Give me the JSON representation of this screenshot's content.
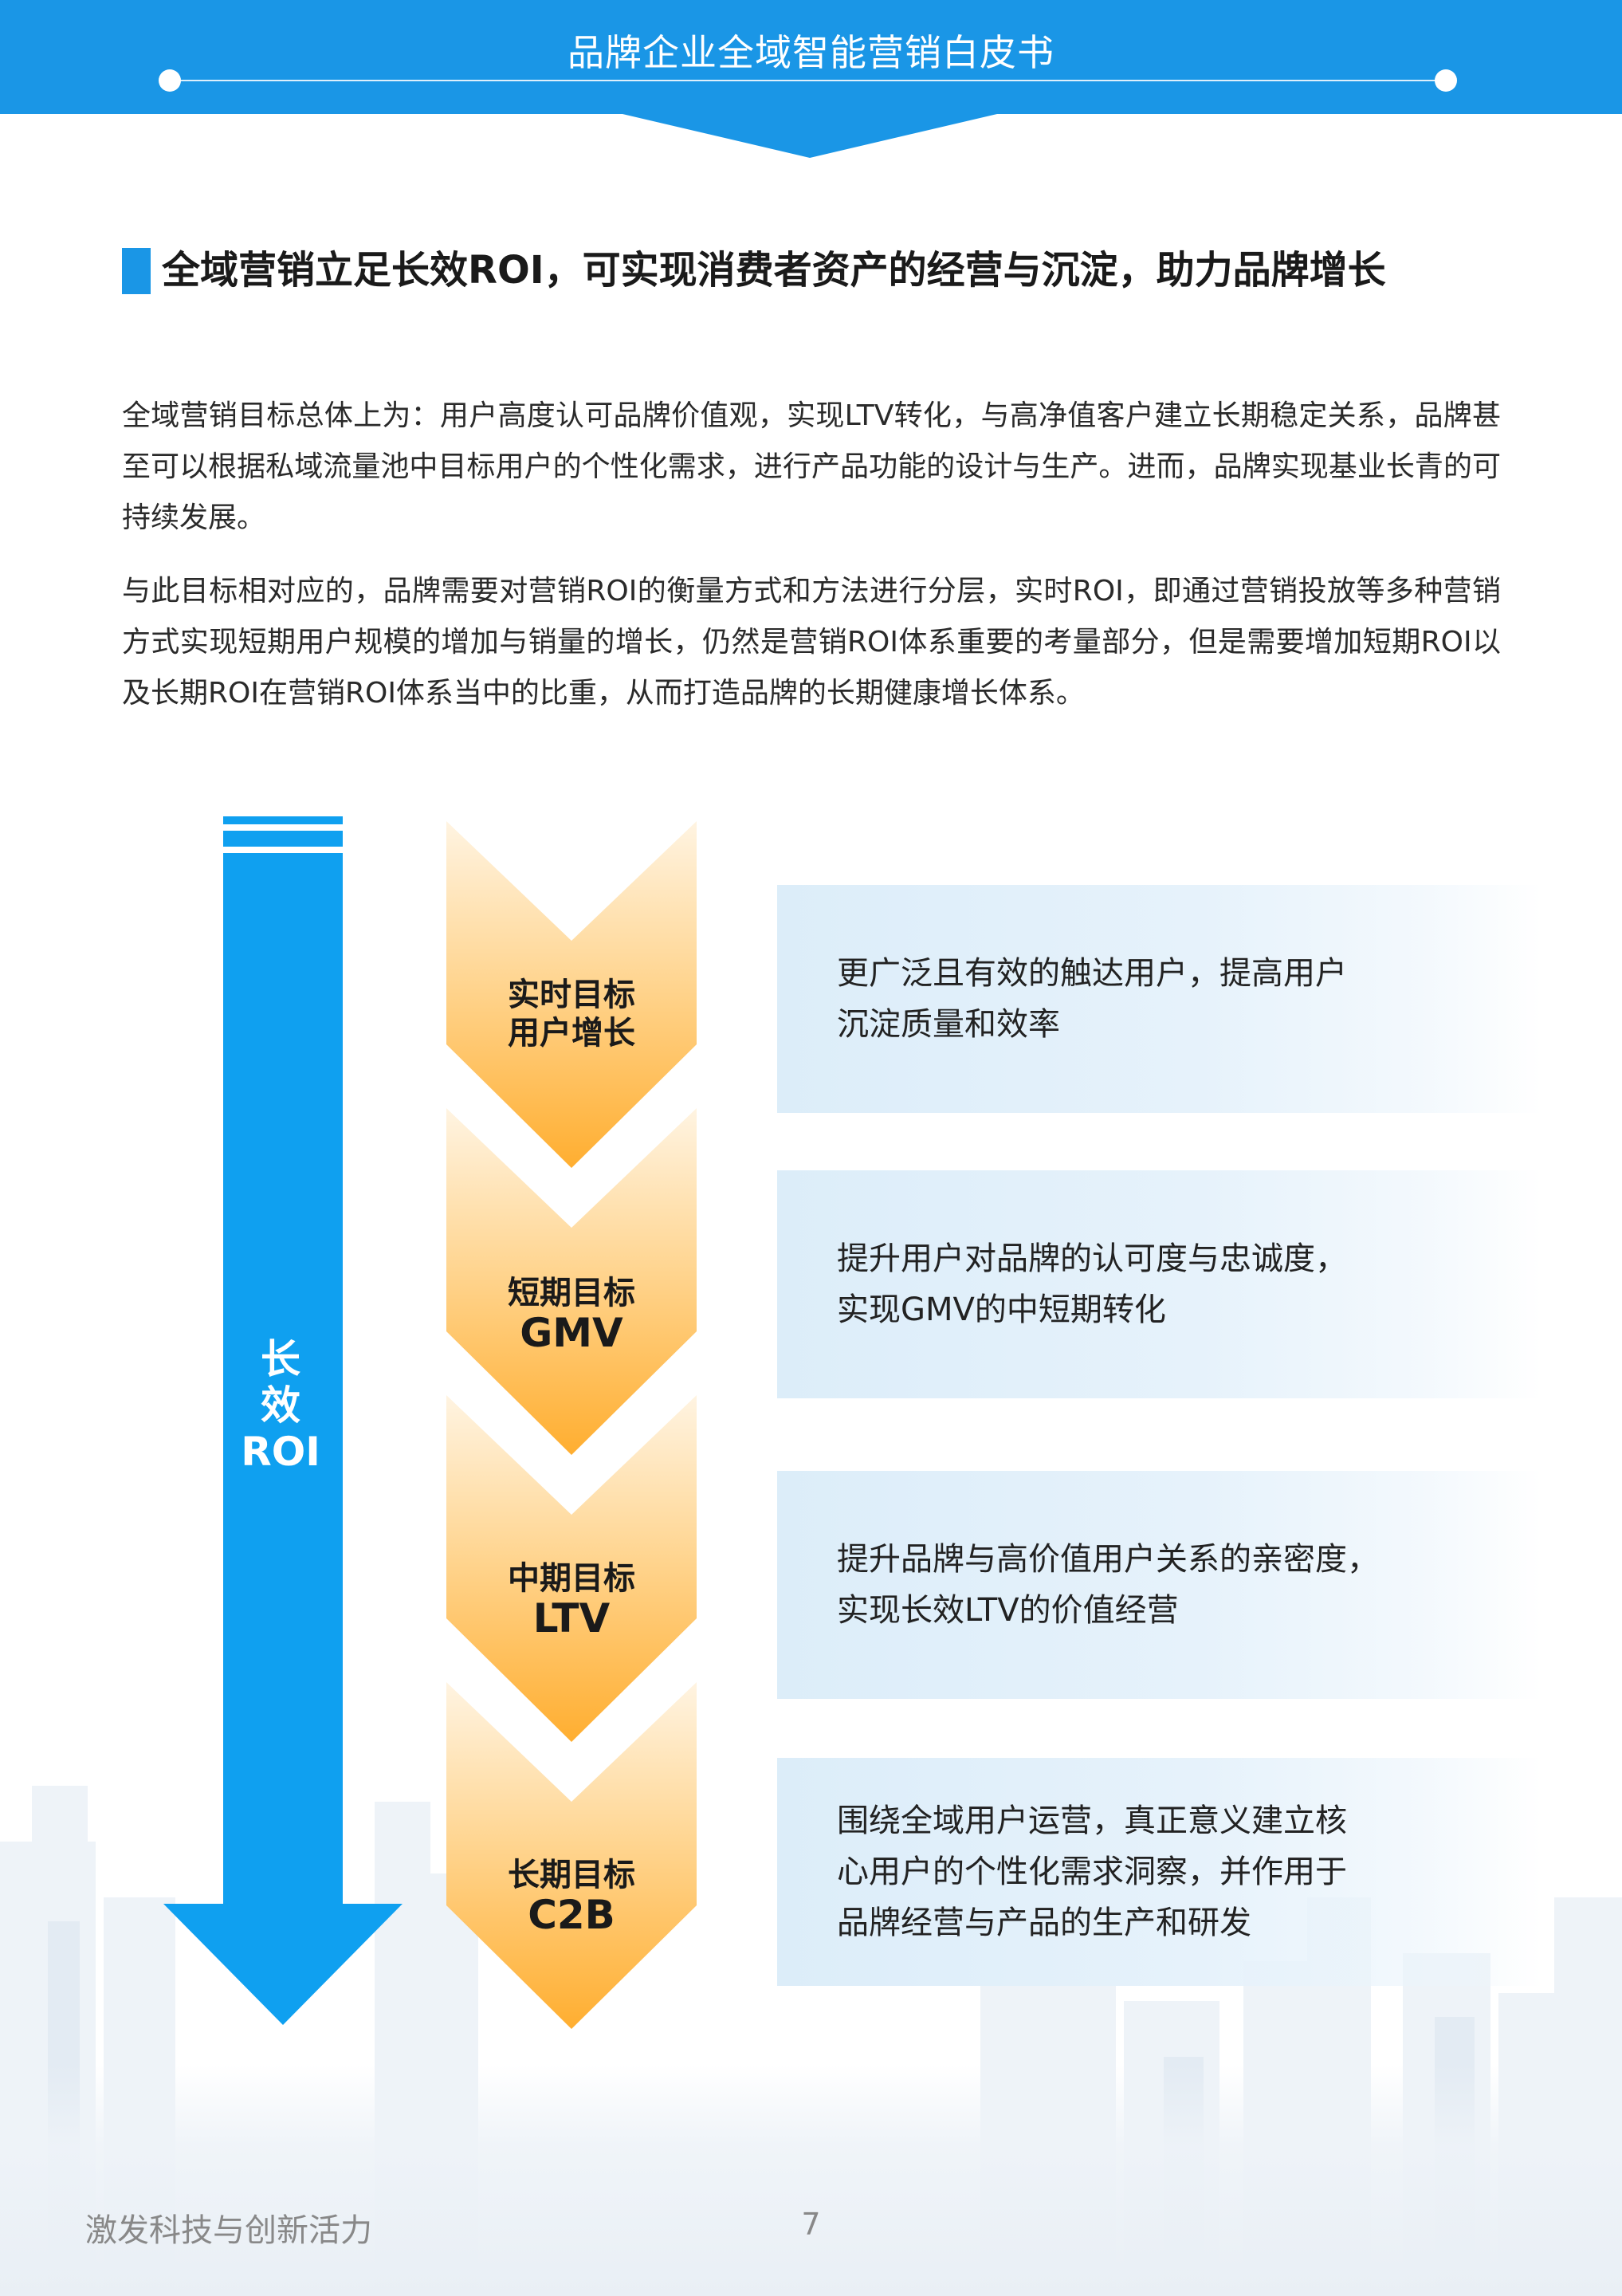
{
  "header": {
    "title": "品牌企业全域智能营销白皮书"
  },
  "section": {
    "heading": "全域营销立足长效ROI，可实现消费者资产的经营与沉淀，助力品牌增长"
  },
  "paragraphs": [
    "全域营销目标总体上为：用户高度认可品牌价值观，实现LTV转化，与高净值客户建立长期稳定关系，品牌甚至可以根据私域流量池中目标用户的个性化需求，进行产品功能的设计与生产。进而，品牌实现基业长青的可持续发展。",
    "与此目标相对应的，品牌需要对营销ROI的衡量方式和方法进行分层，实时ROI，即通过营销投放等多种营销方式实现短期用户规模的增加与销量的增长，仍然是营销ROI体系重要的考量部分，但是需要增加短期ROI以及长期ROI在营销ROI体系当中的比重，从而打造品牌的长期健康增长体系。"
  ],
  "diagram": {
    "arrow_label": {
      "line1": "长",
      "line2": "效",
      "line3": "ROI"
    },
    "stages": [
      {
        "label_line1": "实时目标",
        "label_line2": "用户增长",
        "desc_line1": "更广泛且有效的触达用户，提高用户",
        "desc_line2": "沉淀质量和效率",
        "desc_line3": ""
      },
      {
        "label_line1": "短期目标",
        "label_line2": "GMV",
        "desc_line1": "提升用户对品牌的认可度与忠诚度，",
        "desc_line2": "实现GMV的中短期转化",
        "desc_line3": ""
      },
      {
        "label_line1": "中期目标",
        "label_line2": "LTV",
        "desc_line1": "提升品牌与高价值用户关系的亲密度，",
        "desc_line2": "实现长效LTV的价值经营",
        "desc_line3": ""
      },
      {
        "label_line1": "长期目标",
        "label_line2": "C2B",
        "desc_line1": "围绕全域用户运营，真正意义建立核",
        "desc_line2": "心用户的个性化需求洞察，并作用于",
        "desc_line3": "品牌经营与产品的生产和研发"
      }
    ],
    "colors": {
      "arrow": "#0fa0f0",
      "chevron_top": "#fff2dc",
      "chevron_bottom": "#ffb43a",
      "box": "#dcedf9"
    }
  },
  "footer": {
    "slogan": "激发科技与创新活力",
    "page_number": "7"
  }
}
